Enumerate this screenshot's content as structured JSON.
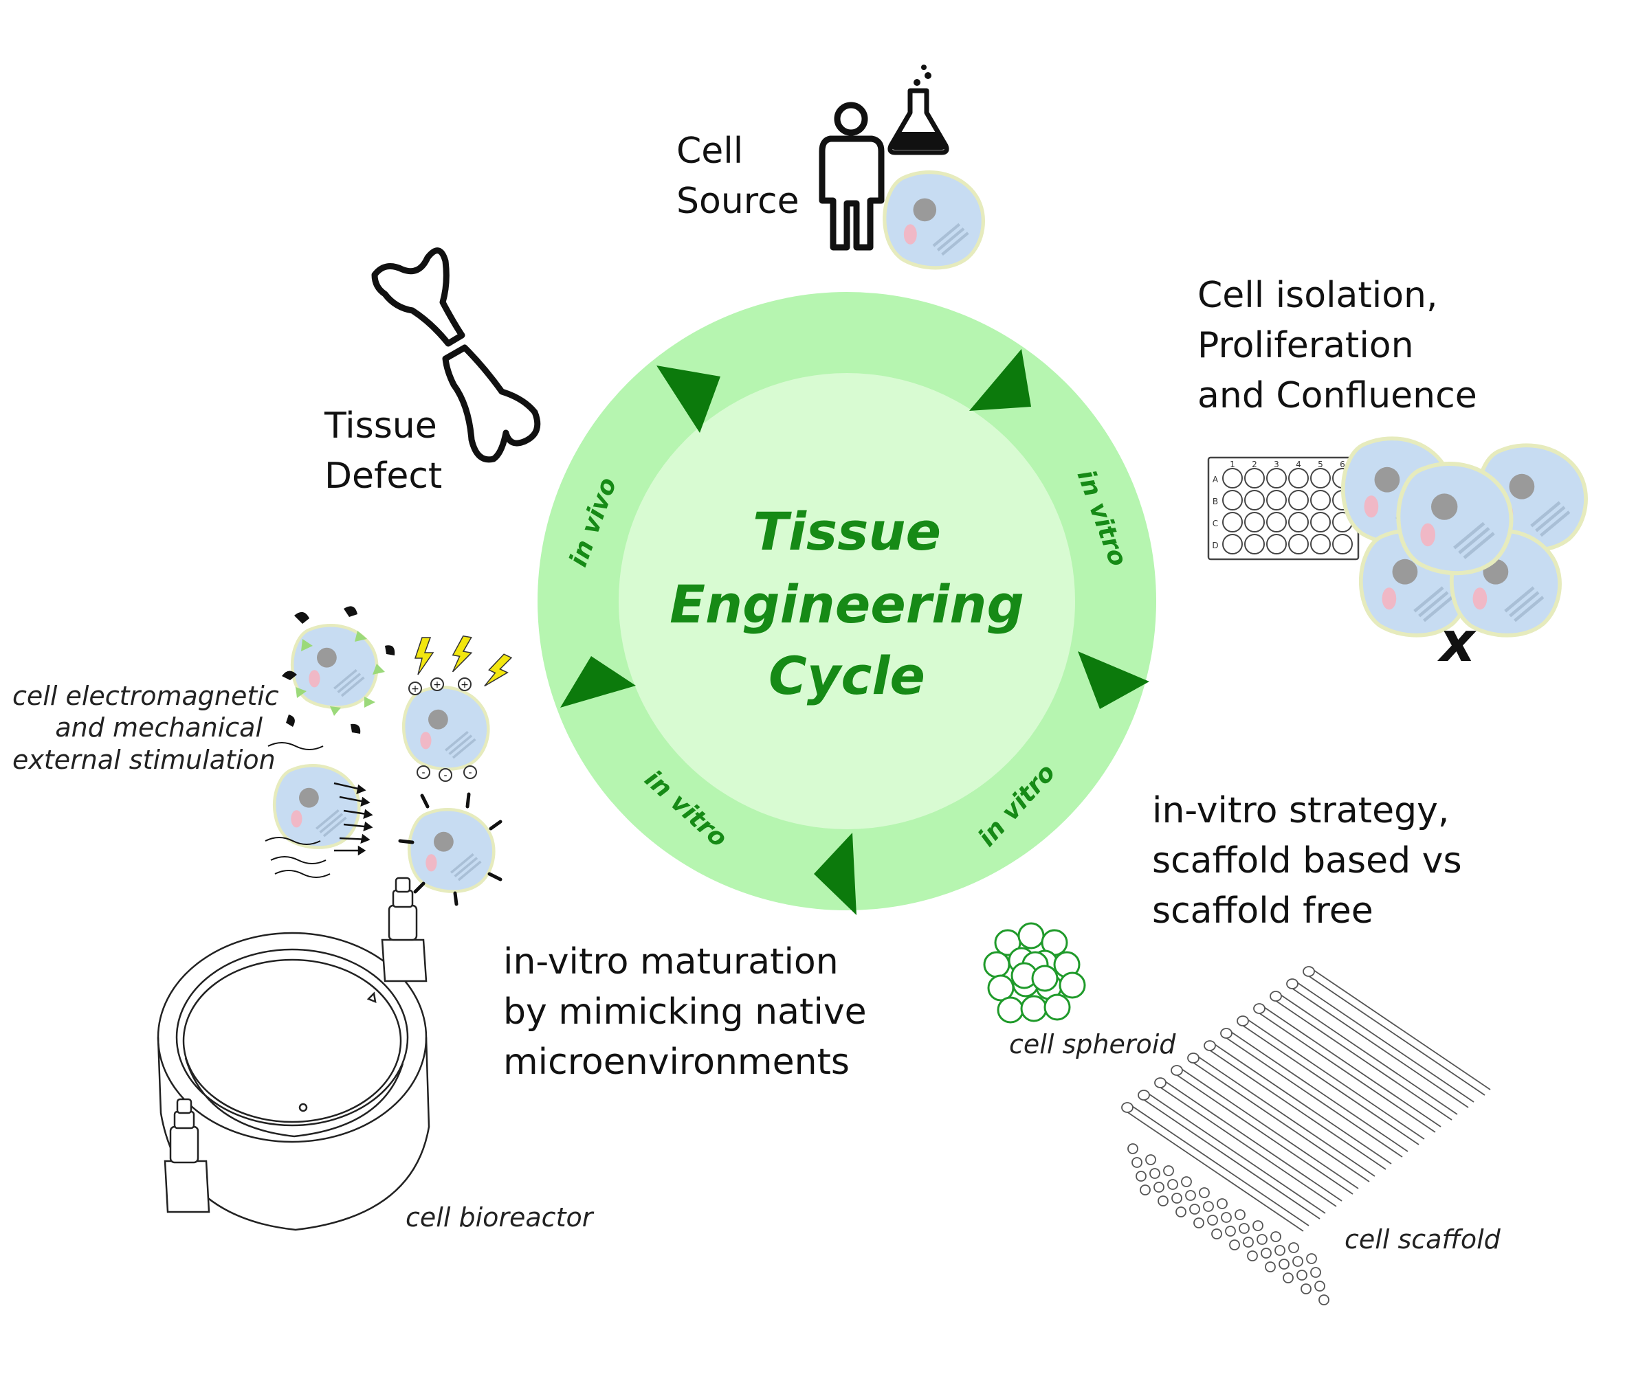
{
  "center": {
    "lines": [
      "Tissue",
      "Engineering",
      "Cycle"
    ]
  },
  "ring_labels": {
    "in_vivo": "in vivo",
    "in_vitro_right": "in vitro",
    "in_vitro_bottom_right": "in vitro",
    "in_vitro_bottom_left": "in vitro"
  },
  "stages": {
    "cell_source": [
      "Cell",
      "Source"
    ],
    "isolation": [
      "Cell isolation,",
      "Proliferation",
      "and Confluence"
    ],
    "strategy": [
      "in-vitro strategy,",
      "scaffold based vs",
      "scaffold free"
    ],
    "maturation": [
      "in-vitro maturation",
      "by mimicking native",
      "microenvironments"
    ],
    "defect": [
      "Tissue",
      "Defect"
    ]
  },
  "captions": {
    "stimulation": [
      "cell electromagnetic",
      "and mechanical",
      "external stimulation"
    ],
    "bioreactor": "cell bioreactor",
    "spheroid": "cell spheroid",
    "scaffold": "cell scaffold"
  },
  "well_plate": {
    "columns": [
      "1",
      "2",
      "3",
      "4",
      "5",
      "6"
    ],
    "rows": [
      "A",
      "B",
      "C",
      "D"
    ]
  },
  "stim_signs": {
    "plus": "+",
    "minus": "-"
  },
  "cross_symbol": "x",
  "icons": [
    "person-icon",
    "flask-icon",
    "cell-icon",
    "bone-icon",
    "well-plate-icon",
    "cell-cluster-icon",
    "spheroid-icon",
    "scaffold-icon",
    "bioreactor-icon",
    "lightning-icon"
  ],
  "colors": {
    "ring_outer": "#b6f5b0",
    "ring_inner": "#d8fbd2",
    "arrow": "#0c7a0c",
    "title": "#168a16",
    "cell_fill": "#c7dcf2",
    "cell_border": "#e6ebbd",
    "nucleus": "#9a9a9a",
    "organelle": "#f0b8c6",
    "spheroid": "#1f9a2a",
    "lightning": "#f2e60f"
  }
}
